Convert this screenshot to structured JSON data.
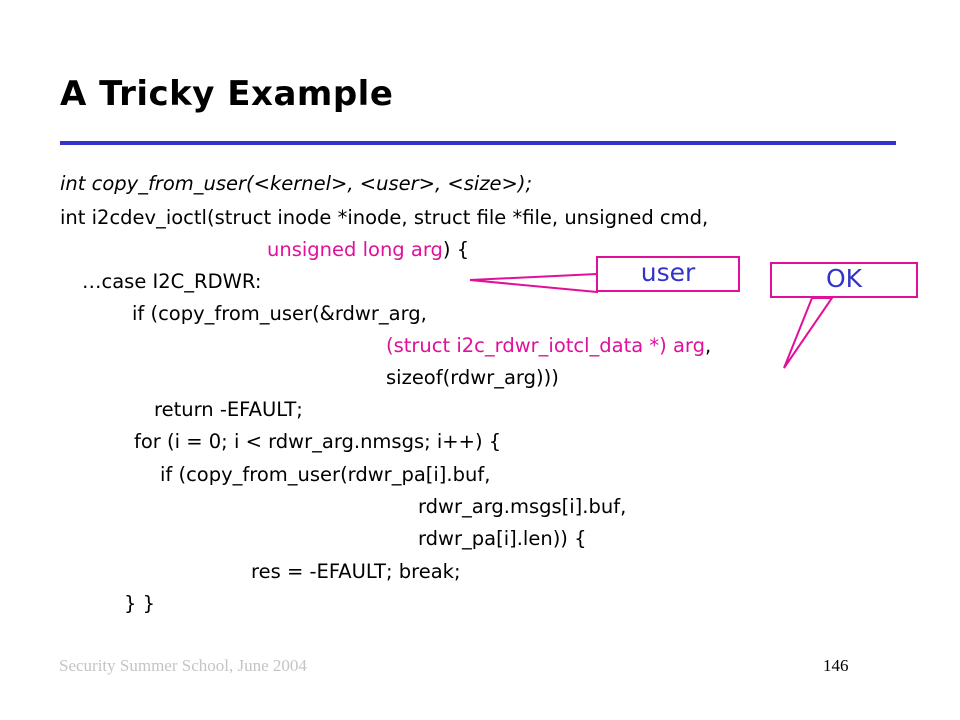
{
  "slide": {
    "title": "A Tricky Example",
    "footer": "Security Summer School, June 2004",
    "page_number": "146"
  },
  "code": {
    "line1": "int copy_from_user(<kernel>, <user>, <size>);",
    "line2": "int i2cdev_ioctl(struct inode *inode, struct file *file, unsigned cmd,",
    "line3": "unsigned long arg",
    "line3_suffix": ") {",
    "line4": "…case I2C_RDWR:",
    "line5": "if (copy_from_user(&rdwr_arg,",
    "line6": "(struct i2c_rdwr_iotcl_data *) arg",
    "line6_suffix": ",",
    "line7": "sizeof(rdwr_arg)))",
    "line8": "return -EFAULT;",
    "line9": "for (i = 0; i < rdwr_arg.nmsgs; i++) {",
    "line10": "if (copy_from_user(rdwr_pa[i].buf,",
    "line11": "rdwr_arg.msgs[i].buf,",
    "line12": "rdwr_pa[i].len)) {",
    "line13": "res = -EFAULT; break;",
    "line14": "} }"
  },
  "callouts": {
    "user": "user",
    "ok": "OK"
  },
  "colors": {
    "accent_rule": "#3333cc",
    "highlight": "#e0109a",
    "callout_text": "#3333cc",
    "footer_text": "#c4c4c4"
  }
}
